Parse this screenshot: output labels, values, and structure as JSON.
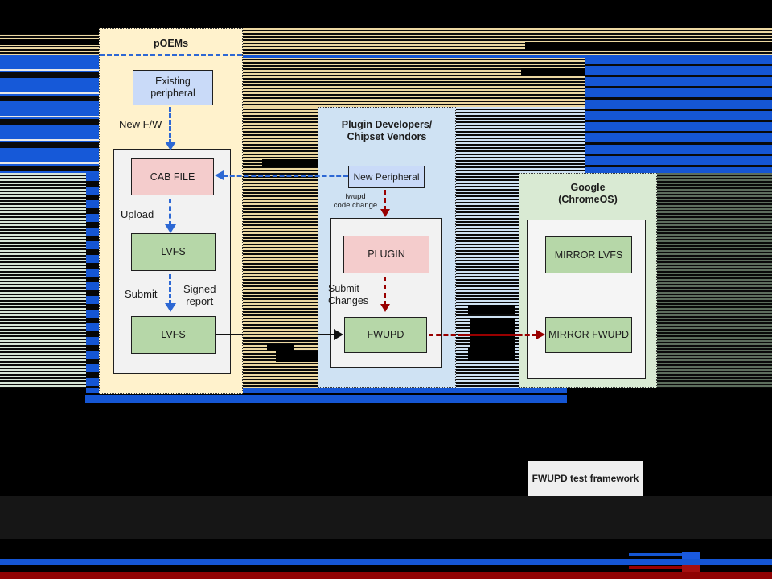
{
  "colors": {
    "background": "#000000",
    "glitch_tan": "#ecd8a2",
    "glitch_blue": "#1556d4",
    "glitch_light_blue": "#cfe2f3",
    "glitch_light_green": "#d7e5d7",
    "glitch_dark_green": "#5d6e5d",
    "poems_fill": "#fff2cc",
    "plugin_fill": "#cfe2f3",
    "google_fill": "#d9ead3",
    "node_blue": "#c9daf8",
    "node_pink": "#f4cccc",
    "node_green": "#b6d7a8",
    "container_gray": "#f2f2f2",
    "arrow_blue": "#2d68d4",
    "arrow_red": "#990000",
    "bottom_blue_bar": "#1556d4",
    "bottom_red_bar": "#8f0303"
  },
  "poems": {
    "title": "pOEMs",
    "existing_peripheral": "Existing\nperipheral",
    "new_fw_label": "New F/W",
    "cab_file": "CAB FILE",
    "upload_label": "Upload",
    "lvfs_upper": "LVFS",
    "submit_label": "Submit",
    "signed_report_label": "Signed\nreport",
    "lvfs_lower": "LVFS"
  },
  "plugin": {
    "title": "Plugin Developers/\nChipset Vendors",
    "new_peripheral": "New Peripheral",
    "fwupd_code_change_label": "fwupd\ncode change",
    "plugin_box": "PLUGIN",
    "submit_changes_label": "Submit\nChanges",
    "fwupd_box": "FWUPD"
  },
  "google": {
    "title": "Google\n(ChromeOS)",
    "mirror_lvfs": "MIRROR LVFS",
    "mirror_fwupd": "MIRROR FWUPD"
  },
  "footer": {
    "test_framework": "FWUPD test framework"
  }
}
